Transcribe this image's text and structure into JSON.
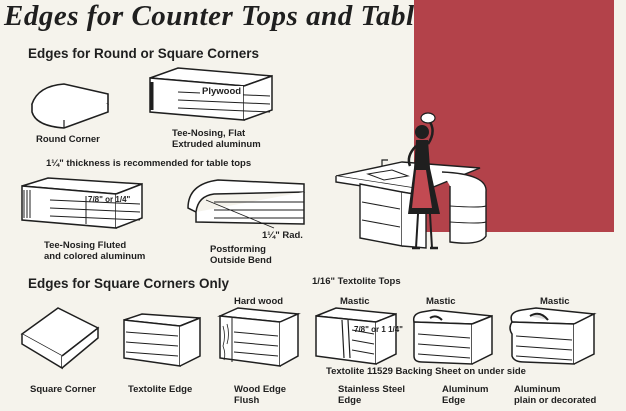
{
  "page": {
    "title": "Edges for Counter Tops and Tables",
    "colors": {
      "background": "#f5f3ec",
      "ink": "#1f1f1f",
      "panel": "#b3424a"
    }
  },
  "section_round_or_square": {
    "heading": "Edges for Round or Square Corners",
    "items": [
      {
        "caption_line1": "Round Corner",
        "caption_line2": ""
      },
      {
        "caption_line1": "Tee-Nosing, Flat",
        "caption_line2": "Extruded aluminum",
        "callout": "Plywood"
      }
    ],
    "thickness_note": "1¼\" thickness is recommended for table tops",
    "items_row2": [
      {
        "caption_line1": "Tee-Nosing Fluted",
        "caption_line2": "and colored aluminum",
        "dim_a": "7/8\"",
        "dim_or": "or",
        "dim_b": "1/4\""
      },
      {
        "caption_line1": "Postforming",
        "caption_line2": "Outside Bend",
        "callout": "1¼\" Rad."
      }
    ]
  },
  "section_square_only": {
    "heading": "Edges for Square Corners Only",
    "textolite_note": "1/16\" Textolite Tops",
    "backing_note": "Textolite 11529 Backing Sheet on under side",
    "items": [
      {
        "caption_line1": "Square Corner",
        "caption_line2": ""
      },
      {
        "caption_line1": "Textolite Edge",
        "caption_line2": ""
      },
      {
        "caption_line1": "Wood Edge",
        "caption_line2": "Flush",
        "callout": "Hard wood"
      },
      {
        "caption_line1": "Stainless Steel",
        "caption_line2": "Edge",
        "dim_a": "7/8\"",
        "dim_or": "or",
        "dim_b": "1 1/4\""
      },
      {
        "caption_line1": "Aluminum",
        "caption_line2": "Edge",
        "callout": "Mastic"
      },
      {
        "caption_line1": "Aluminum",
        "caption_line2": "plain or decorated",
        "callout": "Mastic"
      }
    ],
    "stainless_callout": "Mastic"
  }
}
